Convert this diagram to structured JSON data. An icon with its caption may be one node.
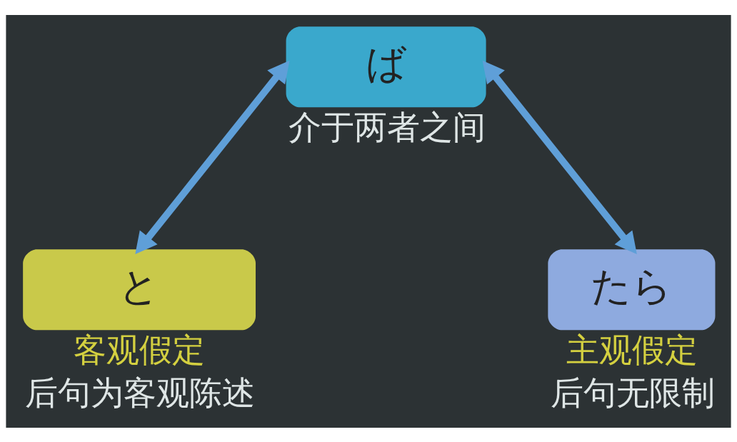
{
  "diagram": {
    "nodes": [
      {
        "text": [
          "ば"
        ],
        "beside": [
          "介于两者之间"
        ]
      },
      {
        "text": [
          "と"
        ],
        "beside": [
          "客观假定",
          "后句为客观陈述"
        ]
      },
      {
        "text": [
          "たら"
        ],
        "beside": [
          "主观假定",
          "后句无限制"
        ]
      }
    ],
    "edges": [
      {
        "from": 0,
        "to": 1,
        "arrow": "both"
      },
      {
        "from": 0,
        "to": 2,
        "arrow": "both"
      }
    ]
  }
}
